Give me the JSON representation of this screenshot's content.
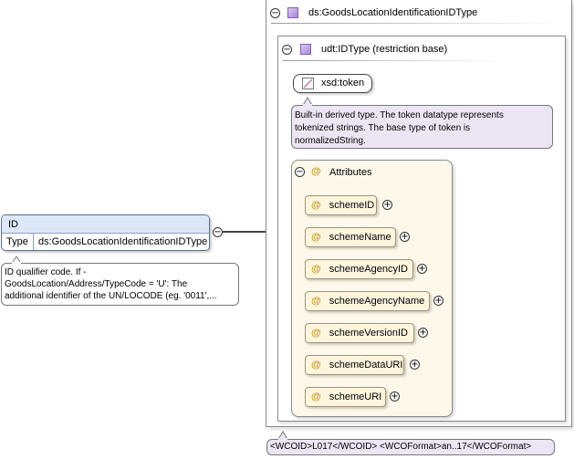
{
  "element": {
    "name": "ID",
    "type_label": "Type",
    "type_value": "ds:GoodsLocationIdentificationIDType",
    "documentation": [
      "ID qualifier code. If -",
      "GoodsLocation/Address/TypeCode = 'U': The",
      "additional identifier of the UN/LOCODE (eg. '0011',..."
    ]
  },
  "complex_type": {
    "name": "ds:GoodsLocationIdentificationIDType",
    "base": {
      "name": "udt:IDType (restriction base)",
      "builtin": "xsd:token",
      "builtin_doc": [
        "Built-in derived type. The token datatype represents",
        "tokenized strings. The base type of token is",
        "normalizedString."
      ],
      "attributes_label": "Attributes",
      "attributes": [
        {
          "label": "schemeID"
        },
        {
          "label": "schemeName"
        },
        {
          "label": "schemeAgencyID"
        },
        {
          "label": "schemeAgencyName"
        },
        {
          "label": "schemeVersionID"
        },
        {
          "label": "schemeDataURI"
        },
        {
          "label": "schemeURI"
        }
      ]
    },
    "footer_doc": "<WCOID>L017</WCOID> <WCOFormat>an..17</WCOFormat>"
  },
  "symbols": {
    "collapse": "−",
    "expand": "+",
    "attribute": "@"
  },
  "colors": {
    "element_header": "#dce8f8",
    "doc_box": "#ece6f4",
    "attr_fill": "#fdf5de",
    "panel_border": "#8a8a8a"
  }
}
